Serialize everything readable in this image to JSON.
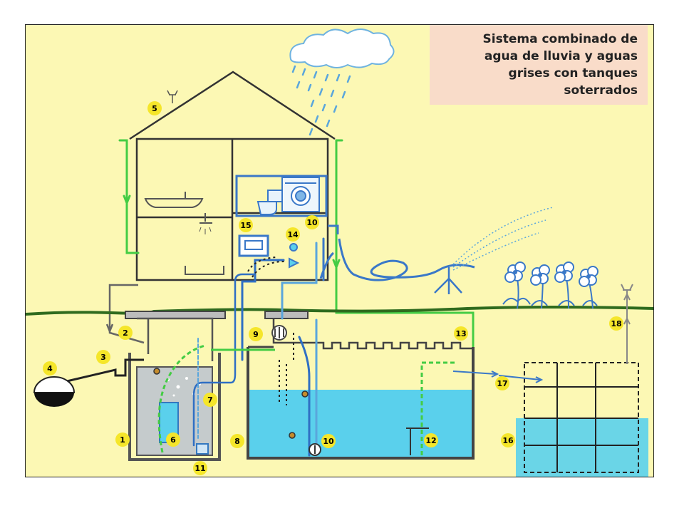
{
  "title": {
    "lines": [
      "Sistema combinado de",
      "agua de lluvia y aguas",
      "grises con tanques",
      "soterrados"
    ]
  },
  "markers": [
    {
      "label": "1"
    },
    {
      "label": "2"
    },
    {
      "label": "3"
    },
    {
      "label": "4"
    },
    {
      "label": "5"
    },
    {
      "label": "6"
    },
    {
      "label": "7"
    },
    {
      "label": "8"
    },
    {
      "label": "9"
    },
    {
      "label": "10"
    },
    {
      "label": "10"
    },
    {
      "label": "11"
    },
    {
      "label": "12"
    },
    {
      "label": "13"
    },
    {
      "label": "14"
    },
    {
      "label": "15"
    },
    {
      "label": "16"
    },
    {
      "label": "17"
    },
    {
      "label": "18"
    }
  ],
  "colors": {
    "background": "#fcf8b4",
    "title_box": "#f9dcc9",
    "rain_pipe": "#44cc44",
    "water": "#5ad0ec",
    "grey_water": "#2f6fc4",
    "structure": "#333333",
    "marker": "#f5e62a",
    "ground": "#2f6b1e"
  }
}
